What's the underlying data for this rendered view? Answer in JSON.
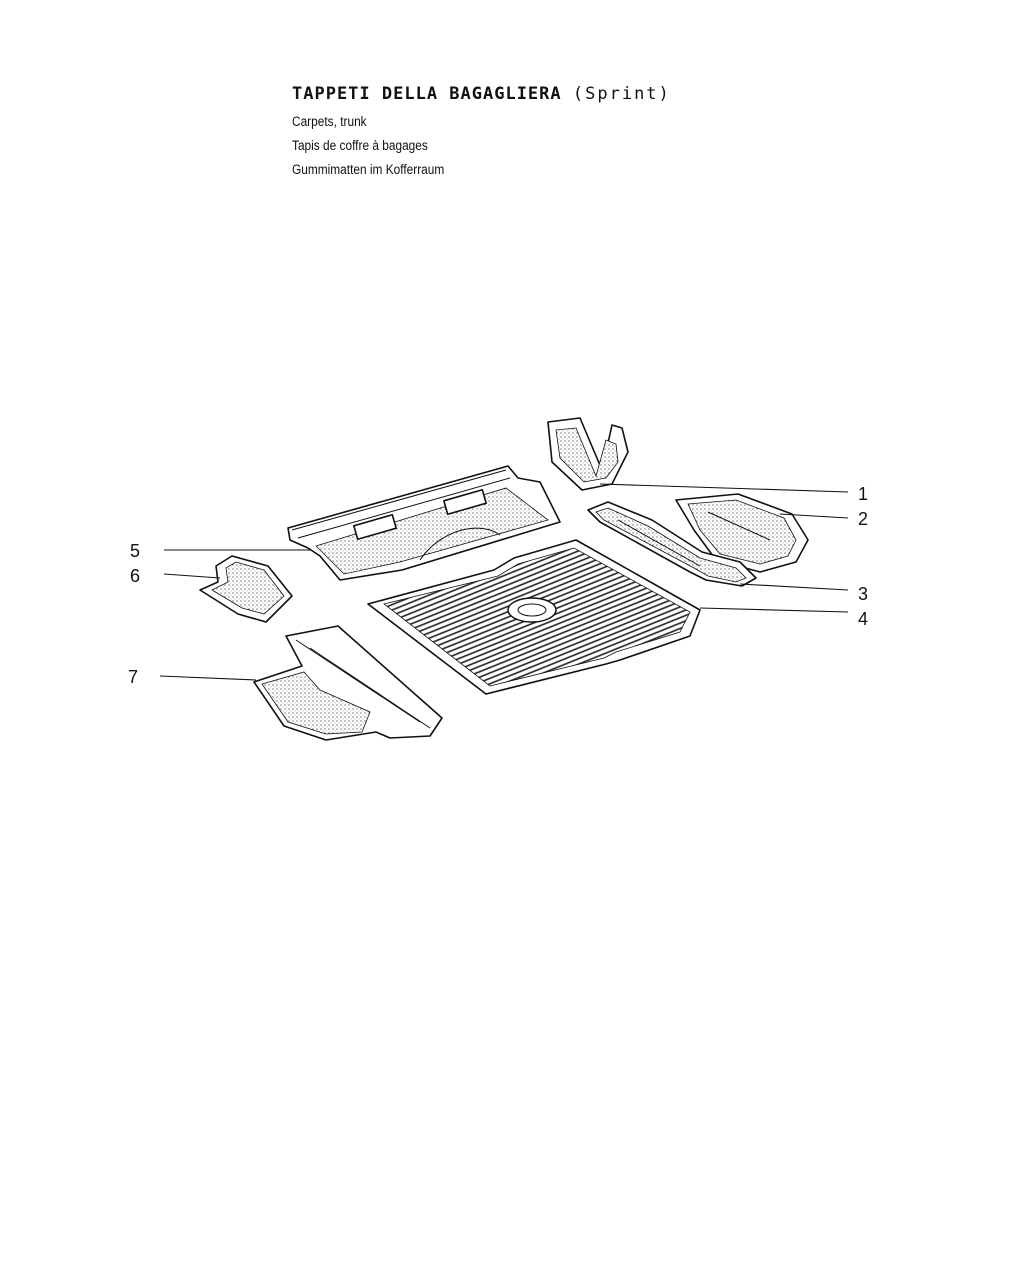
{
  "header": {
    "title_it": "TAPPETI DELLA BAGAGLIERA",
    "title_variant": "(Sprint)",
    "title_en": "Carpets, trunk",
    "title_fr": "Tapis de coffre à bagages",
    "title_de": "Gummimatten im Kofferraum"
  },
  "callouts": [
    "1",
    "2",
    "3",
    "4",
    "5",
    "6",
    "7"
  ]
}
